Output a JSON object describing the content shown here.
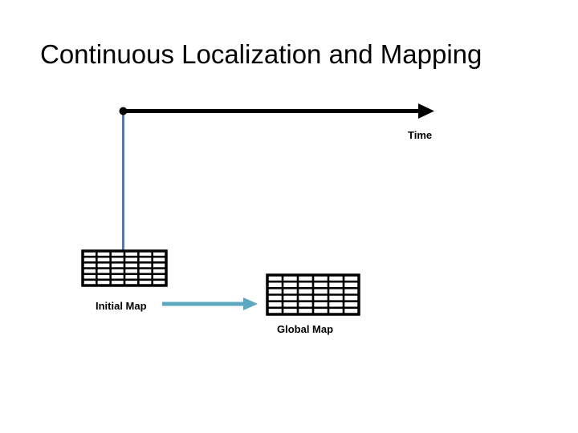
{
  "slide": {
    "title": "Continuous Localization and Mapping",
    "background_color": "#FFFFFF"
  },
  "diagram": {
    "timeline": {
      "label": "Time",
      "axis_color": "#000000",
      "origin_marker": "origin-dot",
      "arrow_head": "arrow-right"
    },
    "drop_line": {
      "color": "#4F7CA8",
      "from": "timeline-origin",
      "to": "initial-map"
    },
    "transition_arrow": {
      "color": "#5BA8C0",
      "from": "initial-map",
      "to": "global-map",
      "arrow_head": "arrow-right"
    },
    "maps": [
      {
        "id": "initial-map",
        "label": "Initial Map",
        "columns": 6,
        "rows": 6,
        "line_color": "#000000",
        "cell_color": "#FFFFFF"
      },
      {
        "id": "global-map",
        "label": "Global Map",
        "columns": 6,
        "rows": 6,
        "line_color": "#000000",
        "cell_color": "#FFFFFF"
      }
    ]
  }
}
